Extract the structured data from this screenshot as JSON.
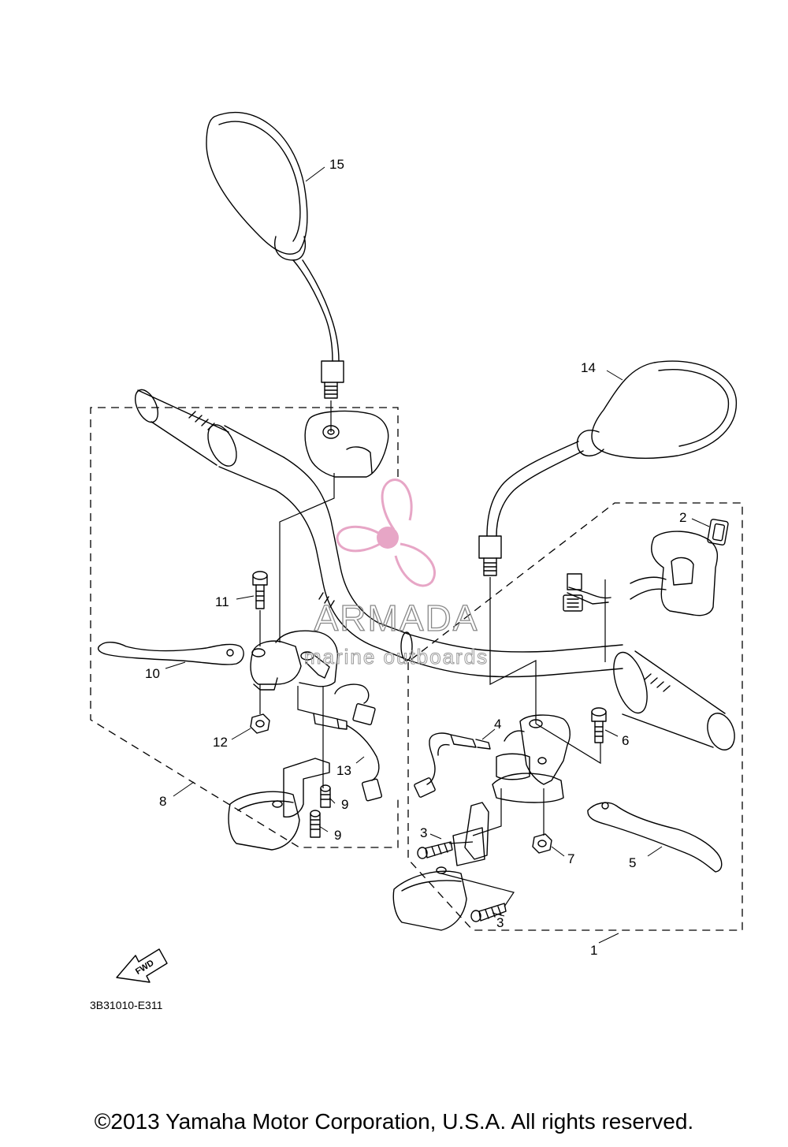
{
  "diagram": {
    "callouts": [
      {
        "id": "c1",
        "text": "1"
      },
      {
        "id": "c2",
        "text": "2"
      },
      {
        "id": "c3a",
        "text": "3"
      },
      {
        "id": "c3b",
        "text": "3"
      },
      {
        "id": "c4",
        "text": "4"
      },
      {
        "id": "c5",
        "text": "5"
      },
      {
        "id": "c6",
        "text": "6"
      },
      {
        "id": "c7",
        "text": "7"
      },
      {
        "id": "c8",
        "text": "8"
      },
      {
        "id": "c9a",
        "text": "9"
      },
      {
        "id": "c9b",
        "text": "9"
      },
      {
        "id": "c10",
        "text": "10"
      },
      {
        "id": "c11",
        "text": "11"
      },
      {
        "id": "c12",
        "text": "12"
      },
      {
        "id": "c13",
        "text": "13"
      },
      {
        "id": "c14",
        "text": "14"
      },
      {
        "id": "c15",
        "text": "15"
      }
    ],
    "fwd_label": "FWD",
    "drawing_code": "3B31010-E311"
  },
  "watermark": {
    "brand": "ARMADA",
    "tagline": "marine outboards",
    "color": "#e7a6c6"
  },
  "copyright": "©2013 Yamaha Motor Corporation, U.S.A. All rights reserved."
}
